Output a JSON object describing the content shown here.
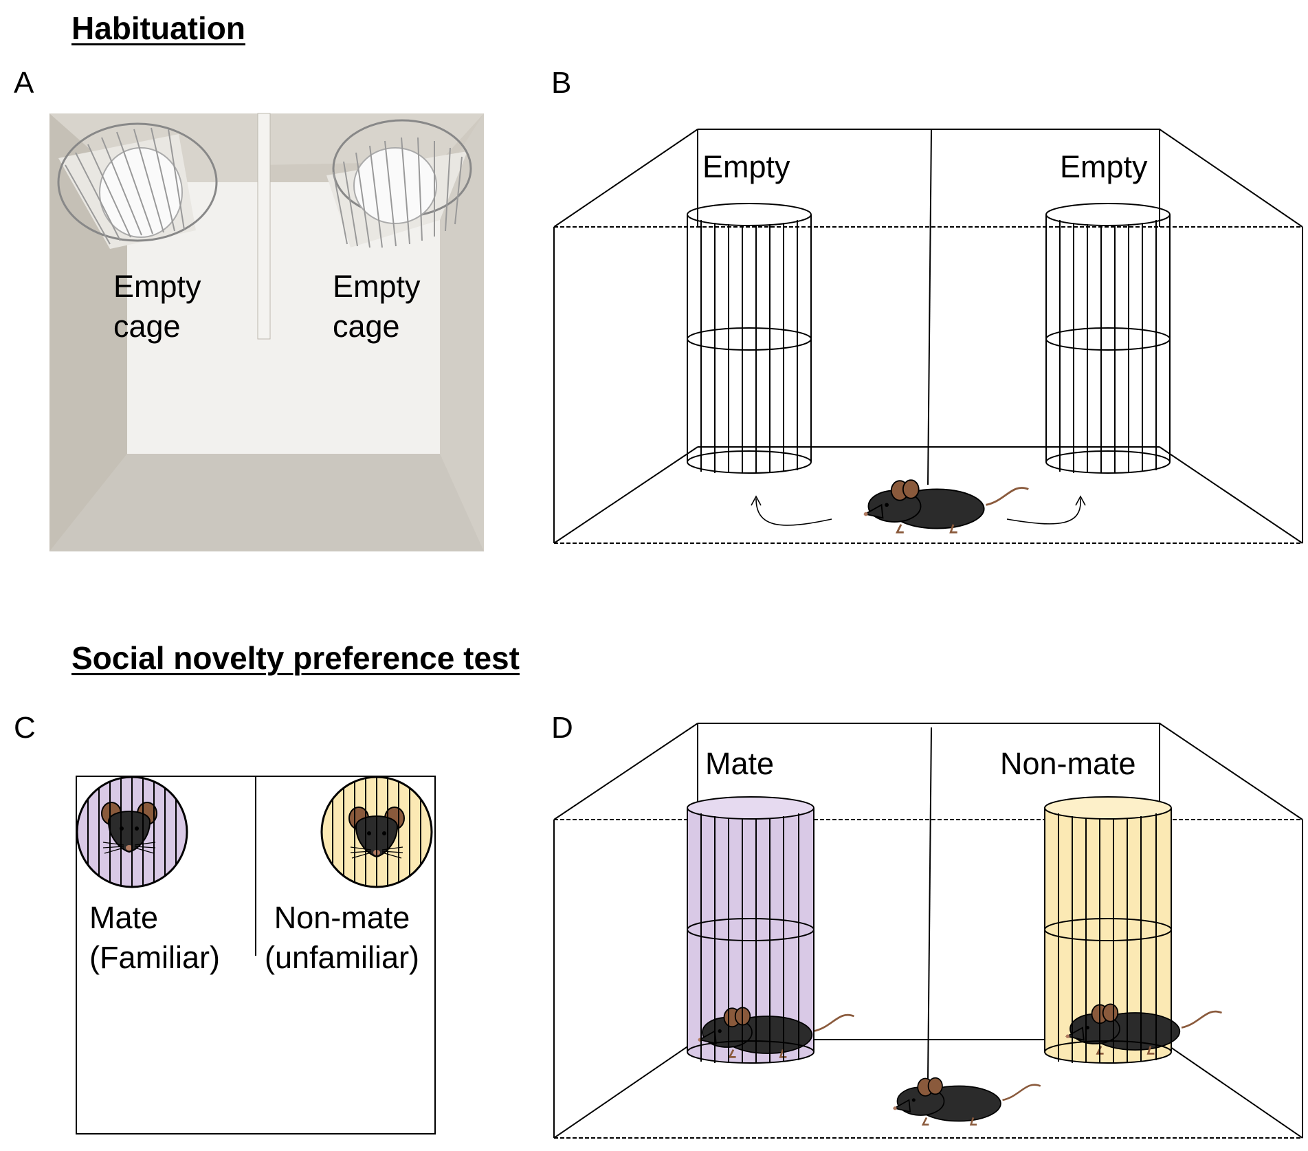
{
  "headings": {
    "habituation": "Habituation",
    "social_novelty": "Social novelty preference test"
  },
  "panels": {
    "a": {
      "letter": "A",
      "left_label": [
        "Empty",
        "cage"
      ],
      "right_label": [
        "Empty",
        "cage"
      ]
    },
    "b": {
      "letter": "B",
      "left_label": "Empty",
      "right_label": "Empty"
    },
    "c": {
      "letter": "C",
      "left_label": [
        "Mate",
        "(Familiar)"
      ],
      "right_label": [
        "Non-mate",
        "(unfamiliar)"
      ]
    },
    "d": {
      "letter": "D",
      "left_label": "Mate",
      "right_label": "Non-mate"
    }
  },
  "colors": {
    "mate_cage": "#d9c9e6",
    "nonmate_cage": "#fbe9b4",
    "mouse_body": "#2b2b2b",
    "mouse_ear": "#8a5a3c",
    "photo_wall": "#d8d4cc",
    "photo_floor": "#f2f1ee"
  }
}
